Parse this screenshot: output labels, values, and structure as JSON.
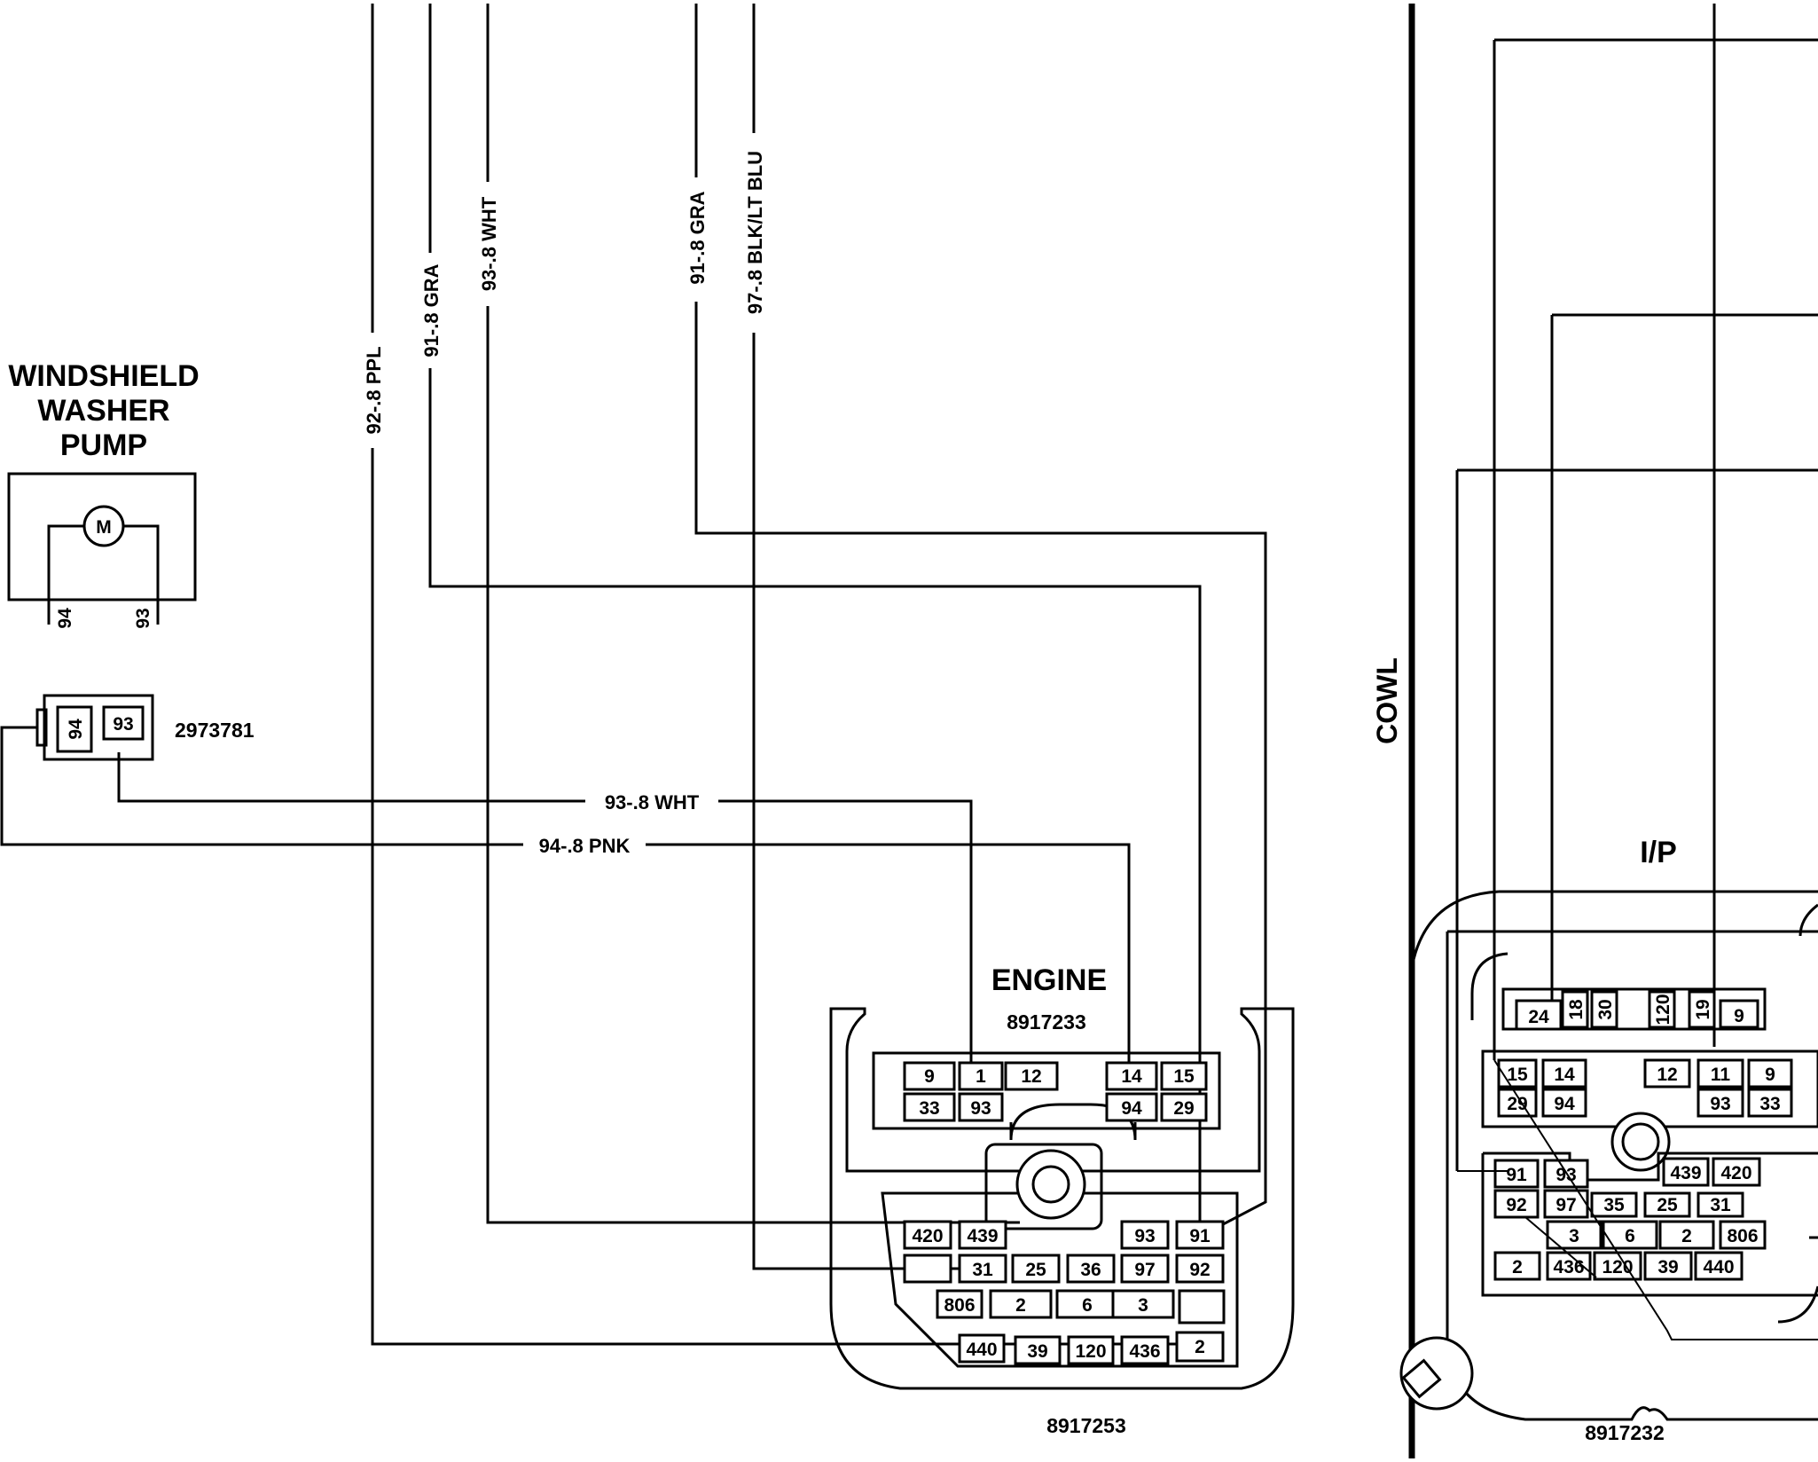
{
  "pump": {
    "title_lines": [
      "WINDSHIELD",
      "WASHER",
      "PUMP"
    ],
    "motor_label": "M",
    "terminals": [
      "94",
      "93"
    ],
    "connector_part": "2973781",
    "connector_pins": [
      "94",
      "93"
    ]
  },
  "wires": {
    "w92_ppl": "92-.8 PPL",
    "w91_gra_left": "91-.8 GRA",
    "w93_wht_vertical": "93-.8 WHT",
    "w91_gra_right": "91-.8 GRA",
    "w97_blk_lt_blu": "97-.8 BLK/LT BLU",
    "w93_wht_horizontal": "93-.8 WHT",
    "w94_pnk": "94-.8 PNK"
  },
  "engine_connector": {
    "title": "ENGINE",
    "part": "8917233",
    "upper_row1": [
      "9",
      "1",
      "12",
      "14",
      "15"
    ],
    "upper_row2": [
      "33",
      "93",
      "94",
      "29"
    ],
    "lower_row1": [
      "420",
      "439",
      "93",
      "91"
    ],
    "lower_row2": [
      "31",
      "25",
      "36",
      "97",
      "92"
    ],
    "lower_row3": [
      "806",
      "2",
      "6",
      "3"
    ],
    "lower_row4": [
      "440",
      "39",
      "120",
      "436",
      "2"
    ],
    "body_part": "8917253"
  },
  "cowl_label": "COWL",
  "ip_connector": {
    "title": "I/P",
    "top_row": [
      "24",
      "18",
      "30",
      "120",
      "19",
      "9"
    ],
    "row2": [
      "15",
      "14",
      "12",
      "11",
      "9"
    ],
    "row3": [
      "29",
      "94",
      "93",
      "33"
    ],
    "row4": [
      "91",
      "93",
      "439",
      "420"
    ],
    "row5": [
      "92",
      "97",
      "35",
      "25",
      "31"
    ],
    "row6": [
      "3",
      "6",
      "2",
      "806"
    ],
    "row7": [
      "2",
      "436",
      "120",
      "39",
      "440"
    ],
    "body_part": "8917232"
  }
}
